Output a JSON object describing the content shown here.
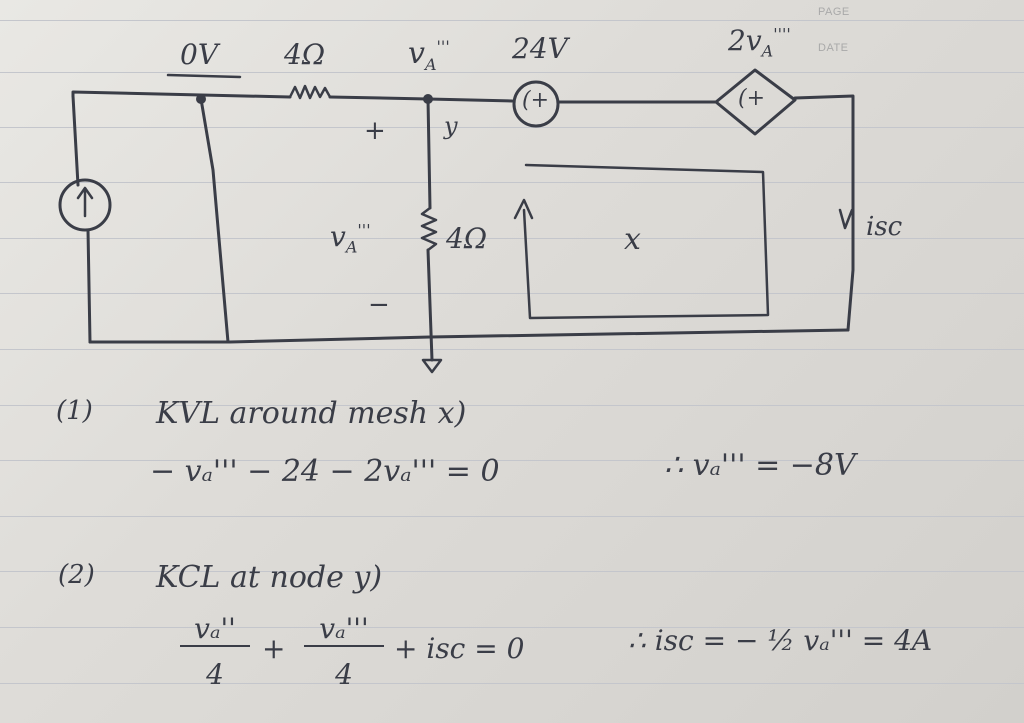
{
  "header": {
    "page_label": "PAGE",
    "date_label": "DATE"
  },
  "circuit": {
    "node_0v": "0V",
    "resistor_top": "4Ω",
    "node_va": "v",
    "node_va_sub": "A",
    "node_va_sup": "'''",
    "source_24v": "24V",
    "dep_source": "2v",
    "dep_source_sub": "A",
    "dep_source_sup": "''''",
    "source_sign": "(+",
    "dep_sign": "(+",
    "node_y": "y",
    "plus": "+",
    "minus": "−",
    "va_label": "v",
    "va_label_sub": "A",
    "va_label_sup": "'''",
    "resistor_mid": "4Ω",
    "mesh": "x",
    "isc": "isc"
  },
  "work": {
    "step1_num": "(1)",
    "step1_title": "KVL around mesh x)",
    "step1_eq": "− vₐ''' − 24 − 2vₐ''' = 0",
    "step1_result": "∴ vₐ''' = −8V",
    "step2_num": "(2)",
    "step2_title": "KCL at node y)",
    "frac1_num": "vₐ''",
    "frac1_den": "4",
    "plus_sign": "+",
    "frac2_num": "vₐ'''",
    "frac2_den": "4",
    "step2_rest": "+ isc = 0",
    "step2_result": "∴ isc = − ½ vₐ''' = 4A"
  }
}
